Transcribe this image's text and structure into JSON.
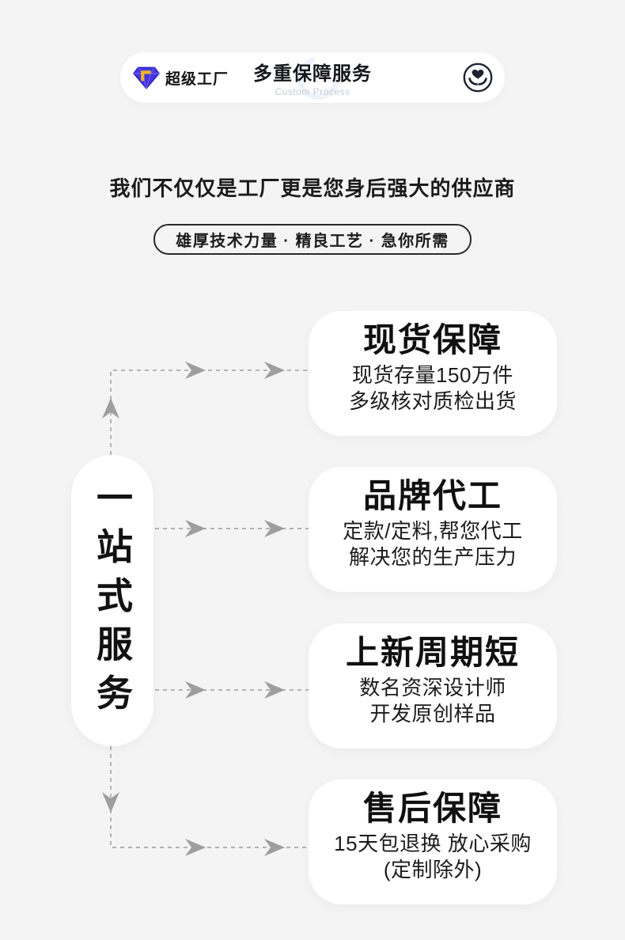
{
  "header": {
    "brand": "超级工厂",
    "brand_icon": "diamond-gem-icon",
    "title": "多重保障服务",
    "subtitle": "Custom Process",
    "right_icon": "hands-heart-icon"
  },
  "intro": {
    "headline": "我们不仅仅是工厂更是您身后强大的供应商",
    "tagline": "雄厚技术力量 · 精良工艺 · 急你所需"
  },
  "diagram": {
    "vertical_label": "一站式服务",
    "cards": [
      {
        "title": "现货保障",
        "lines": [
          "现货存量150万件",
          "多级核对质检出货"
        ]
      },
      {
        "title": "品牌代工",
        "lines": [
          "定款/定料,帮您代工",
          "解决您的生产压力"
        ]
      },
      {
        "title": "上新周期短",
        "lines": [
          "数名资深设计师",
          "开发原创样品"
        ]
      },
      {
        "title": "售后保障",
        "lines": [
          "15天包退换 放心采购",
          "(定制除外)"
        ]
      }
    ]
  },
  "colors": {
    "page_bg": "#f4f4f5",
    "card_bg": "#ffffff",
    "text": "#141414",
    "logo_purple": "#4636e0",
    "logo_gold": "#f0b429",
    "dash_gray": "#b4b4b4",
    "arrow_gray": "#9e9e9e",
    "subtitle_gray": "#c7cbd3"
  }
}
